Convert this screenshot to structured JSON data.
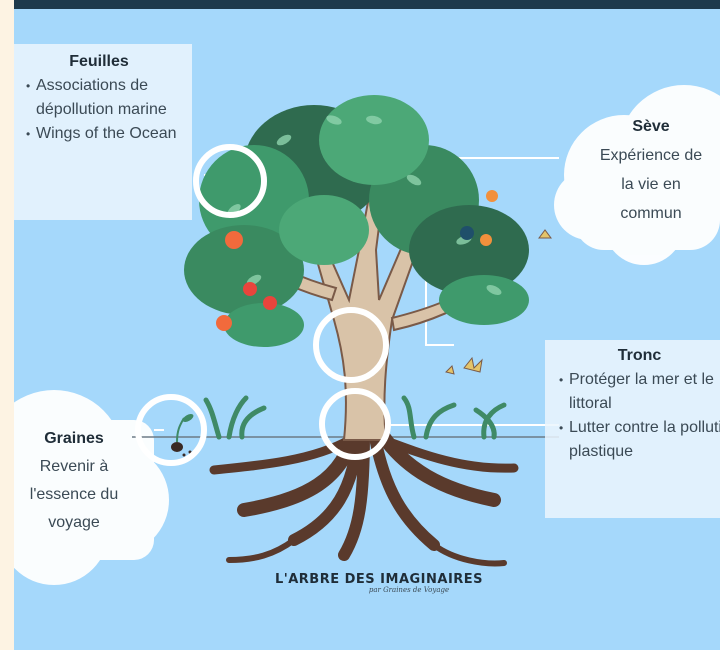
{
  "panels": {
    "feuilles": {
      "title": "Feuilles",
      "items": [
        "Associations de dépollution marine",
        "Wings of the Ocean"
      ]
    },
    "seve": {
      "title": "Sève",
      "lines": [
        "Expérience de",
        "la vie en",
        "commun"
      ]
    },
    "tronc": {
      "title": "Tronc",
      "items": [
        "Protéger la mer et le littoral",
        "Lutter contre la pollution plastique"
      ]
    },
    "graines": {
      "title": "Graines",
      "lines": [
        "Revenir à",
        "l'essence du",
        "voyage"
      ]
    }
  },
  "logo": {
    "title": "L'ARBRE DES IMAGINAIRES",
    "subtitle": "par Graines de Voyage"
  },
  "colors": {
    "background": "#a5d8fb",
    "frame": "#fdf3e3",
    "topbar": "#1e3a4c",
    "foliage": "#3f9a6c",
    "trunk": "#d9c3a8",
    "roots": "#5a3a2c",
    "fruit": "#f26a3c"
  }
}
